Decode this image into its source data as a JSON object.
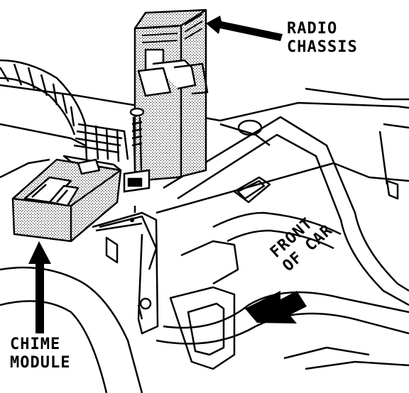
{
  "labels": {
    "radio_chassis": [
      "RADIO",
      "CHASSIS"
    ],
    "chime_module": [
      "CHIME",
      "MODULE"
    ],
    "front_of_car": [
      "FRONT",
      "OF CAR"
    ]
  },
  "colors": {
    "ink": "#000000",
    "paper": "#ffffff",
    "shade": "#cfcfcf"
  }
}
